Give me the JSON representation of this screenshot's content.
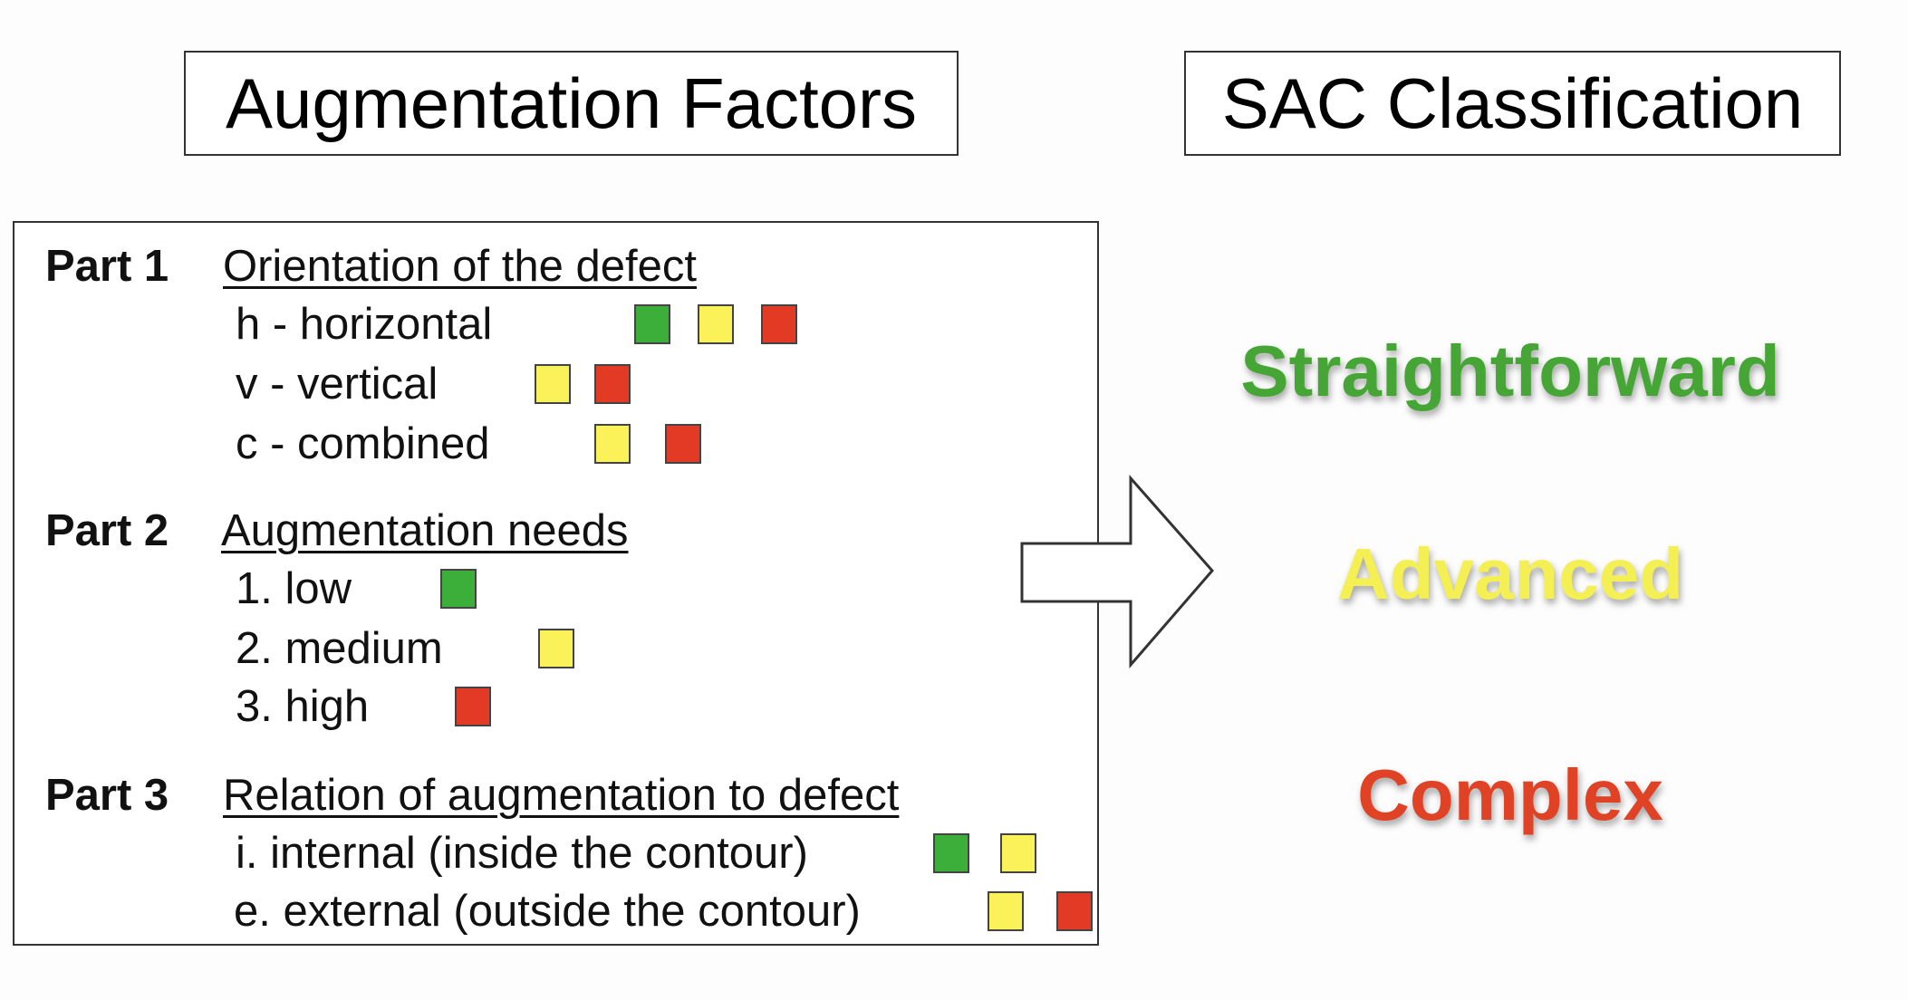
{
  "left_title": "Augmentation Factors",
  "right_title": "SAC Classification",
  "colors": {
    "green": "#3cae3a",
    "yellow": "#fbf25a",
    "red": "#e33a26"
  },
  "parts": [
    {
      "label": "Part 1",
      "heading": "Orientation of the defect",
      "items": [
        {
          "text": "h - horizontal",
          "squares": [
            "green",
            "yellow",
            "red"
          ]
        },
        {
          "text": "v - vertical",
          "squares": [
            "yellow",
            "red"
          ]
        },
        {
          "text": "c - combined",
          "squares": [
            "yellow",
            "red"
          ]
        }
      ]
    },
    {
      "label": "Part 2",
      "heading": "Augmentation needs",
      "items": [
        {
          "text": "1. low",
          "squares": [
            "green"
          ]
        },
        {
          "text": "2. medium",
          "squares": [
            "yellow"
          ]
        },
        {
          "text": "3. high",
          "squares": [
            "red"
          ]
        }
      ]
    },
    {
      "label": "Part 3",
      "heading": "Relation of augmentation to defect",
      "items": [
        {
          "text": "i. internal (inside the contour)",
          "squares": [
            "green",
            "yellow"
          ]
        },
        {
          "text": "e. external (outside the contour)",
          "squares": [
            "yellow",
            "red"
          ]
        }
      ]
    }
  ],
  "classifications": [
    {
      "label": "Straightforward",
      "color": "#45a635"
    },
    {
      "label": "Advanced",
      "color": "#f4ef52"
    },
    {
      "label": "Complex",
      "color": "#df4225"
    }
  ]
}
